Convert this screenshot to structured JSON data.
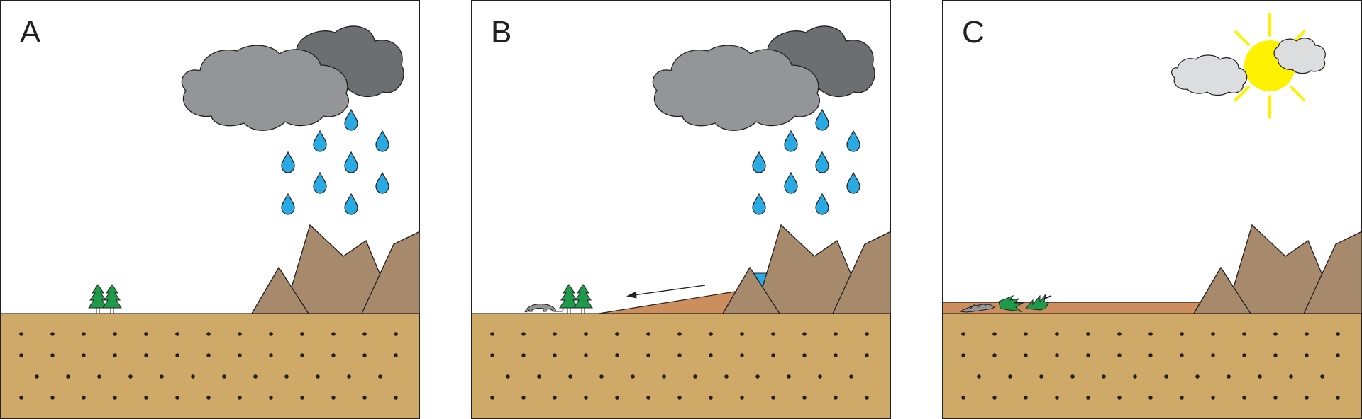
{
  "colors": {
    "sky": "#ffffff",
    "ground": "#cfa968",
    "ground_dots": "#231f20",
    "outline": "#231f20",
    "mountain": "#a78a6c",
    "sediment": "#cd8e5e",
    "water": "#29aae2",
    "cloud_light": "#939598",
    "cloud_dark": "#6d6e71",
    "cloud_pale": "#dcdddf",
    "tree": "#1e9b4a",
    "sun": "#fff200"
  },
  "panels": [
    {
      "letter": "A",
      "scene": "rain",
      "icons": [
        "rain-cloud-icon",
        "raindrop-icon",
        "mountain-icon",
        "tree-icon"
      ]
    },
    {
      "letter": "B",
      "scene": "flood",
      "icons": [
        "rain-cloud-icon",
        "raindrop-icon",
        "mountain-icon",
        "tree-icon",
        "arrow-icon",
        "animal-carcass-icon",
        "sediment-fan-icon",
        "pooled-water-icon"
      ]
    },
    {
      "letter": "C",
      "scene": "dry",
      "icons": [
        "sun-icon",
        "white-cloud-icon",
        "mountain-icon",
        "fallen-tree-icon",
        "animal-carcass-icon",
        "sediment-layer-icon"
      ]
    }
  ]
}
